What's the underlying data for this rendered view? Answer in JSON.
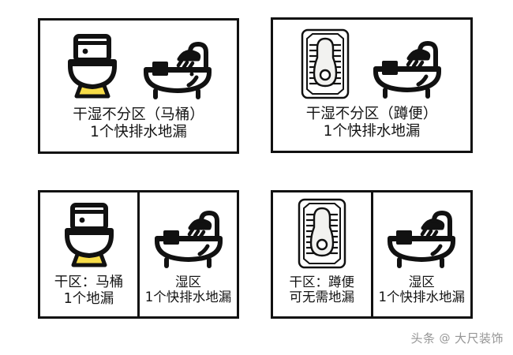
{
  "panels": [
    {
      "id": "top-left",
      "layout": "single",
      "zones": [
        {
          "icons": [
            "toilet-icon",
            "bathtub-shower-icon"
          ],
          "caption_lines": [
            "干湿不分区（马桶）",
            "1个快排水地漏"
          ]
        }
      ]
    },
    {
      "id": "top-right",
      "layout": "single",
      "zones": [
        {
          "icons": [
            "squat-toilet-icon",
            "bathtub-shower-icon"
          ],
          "caption_lines": [
            "干湿不分区（蹲便）",
            "1个快排水地漏"
          ]
        }
      ]
    },
    {
      "id": "bottom-left",
      "layout": "split",
      "zones": [
        {
          "icons": [
            "toilet-icon"
          ],
          "caption_lines": [
            "干区：马桶",
            "1个地漏"
          ]
        },
        {
          "icons": [
            "bathtub-shower-icon"
          ],
          "caption_lines": [
            "湿区",
            "1个快排水地漏"
          ]
        }
      ]
    },
    {
      "id": "bottom-right",
      "layout": "split",
      "zones": [
        {
          "icons": [
            "squat-toilet-icon"
          ],
          "caption_lines": [
            "干区：蹲便",
            "可无需地漏"
          ]
        },
        {
          "icons": [
            "bathtub-shower-icon"
          ],
          "caption_lines": [
            "湿区",
            "1个快排水地漏"
          ]
        }
      ]
    }
  ],
  "watermark": {
    "source": "头条",
    "at": "@",
    "account": "大尺装饰"
  },
  "colors": {
    "stroke": "#111111",
    "accent_yellow": "#F7DC48",
    "background": "#FFFFFF",
    "watermark_gray": "#8D8D8D"
  }
}
